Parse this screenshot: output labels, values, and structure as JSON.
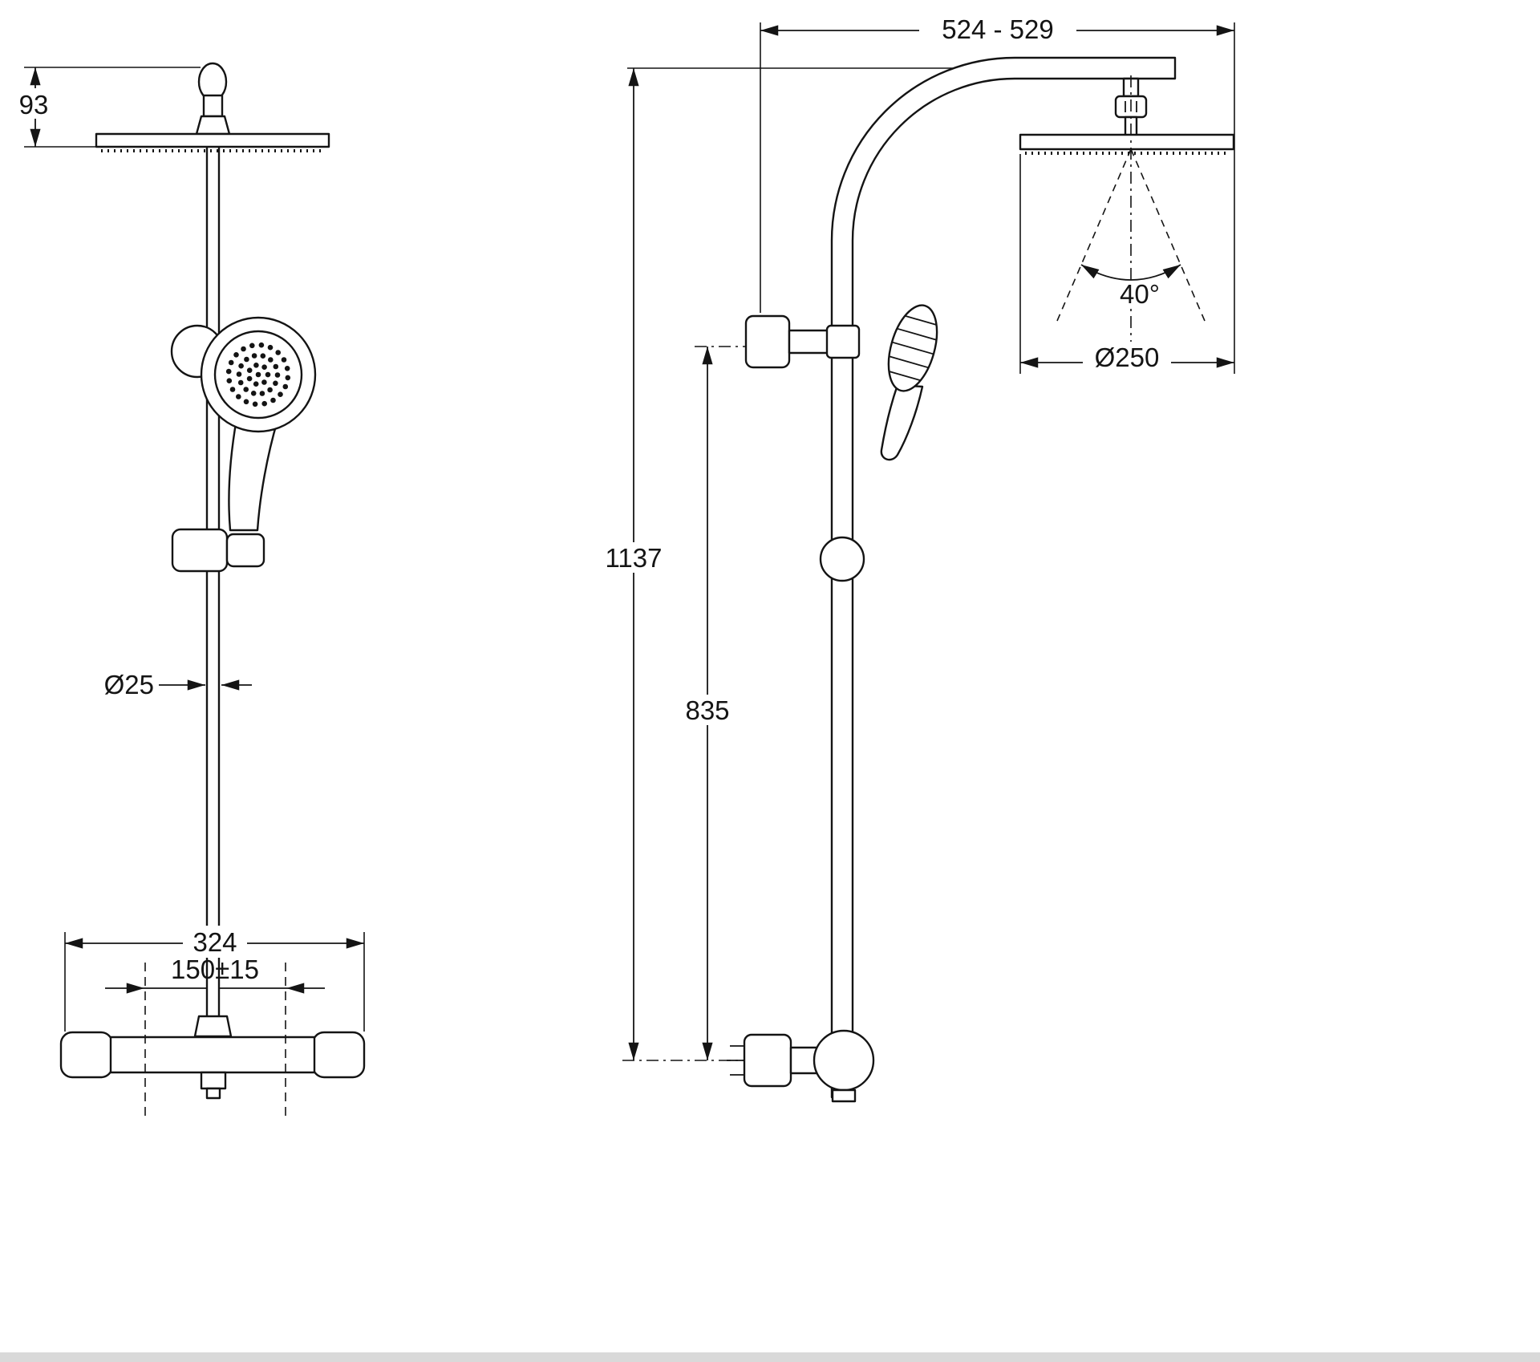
{
  "page": {
    "background": "#ffffff",
    "line_color": "#141414"
  },
  "front_view": {
    "head_offset_label": "93",
    "rail_diameter_label": "Ø25",
    "mixer_width_label": "324",
    "inlet_spacing_label": "150±15"
  },
  "side_view": {
    "arm_reach_label": "524 - 529",
    "spray_angle_label": "40°",
    "head_diameter_label": "Ø250",
    "total_height_label": "1137",
    "rail_height_label": "835"
  }
}
